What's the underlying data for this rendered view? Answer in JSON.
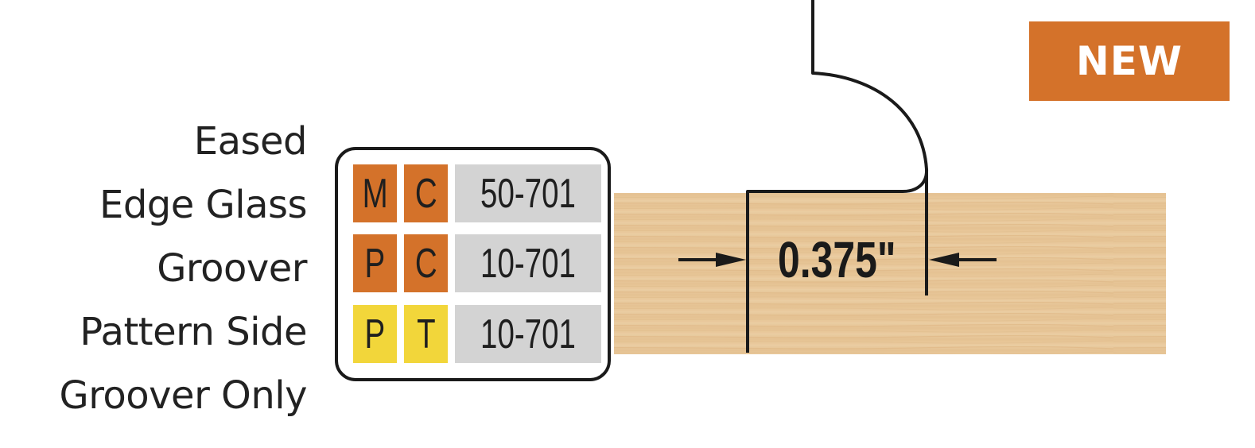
{
  "product": {
    "title_lines": [
      "Eased",
      "Edge Glass",
      "Groover",
      "Pattern Side",
      "Groover Only"
    ]
  },
  "code_rows": [
    {
      "boxes": [
        {
          "letter": "M",
          "color": "#d4722a"
        },
        {
          "letter": "C",
          "color": "#d4722a"
        }
      ],
      "part_number": "50-701"
    },
    {
      "boxes": [
        {
          "letter": "P",
          "color": "#d4722a"
        },
        {
          "letter": "C",
          "color": "#d4722a"
        }
      ],
      "part_number": "10-701"
    },
    {
      "boxes": [
        {
          "letter": "P",
          "color": "#f2d63a"
        },
        {
          "letter": "T",
          "color": "#f2d63a"
        }
      ],
      "part_number": "10-701"
    }
  ],
  "badge": {
    "label": "NEW",
    "color": "#d4722a"
  },
  "diagram": {
    "dimension": "0.375\"",
    "wood_color": "#e8c79a",
    "line_color": "#1a1a1a"
  }
}
